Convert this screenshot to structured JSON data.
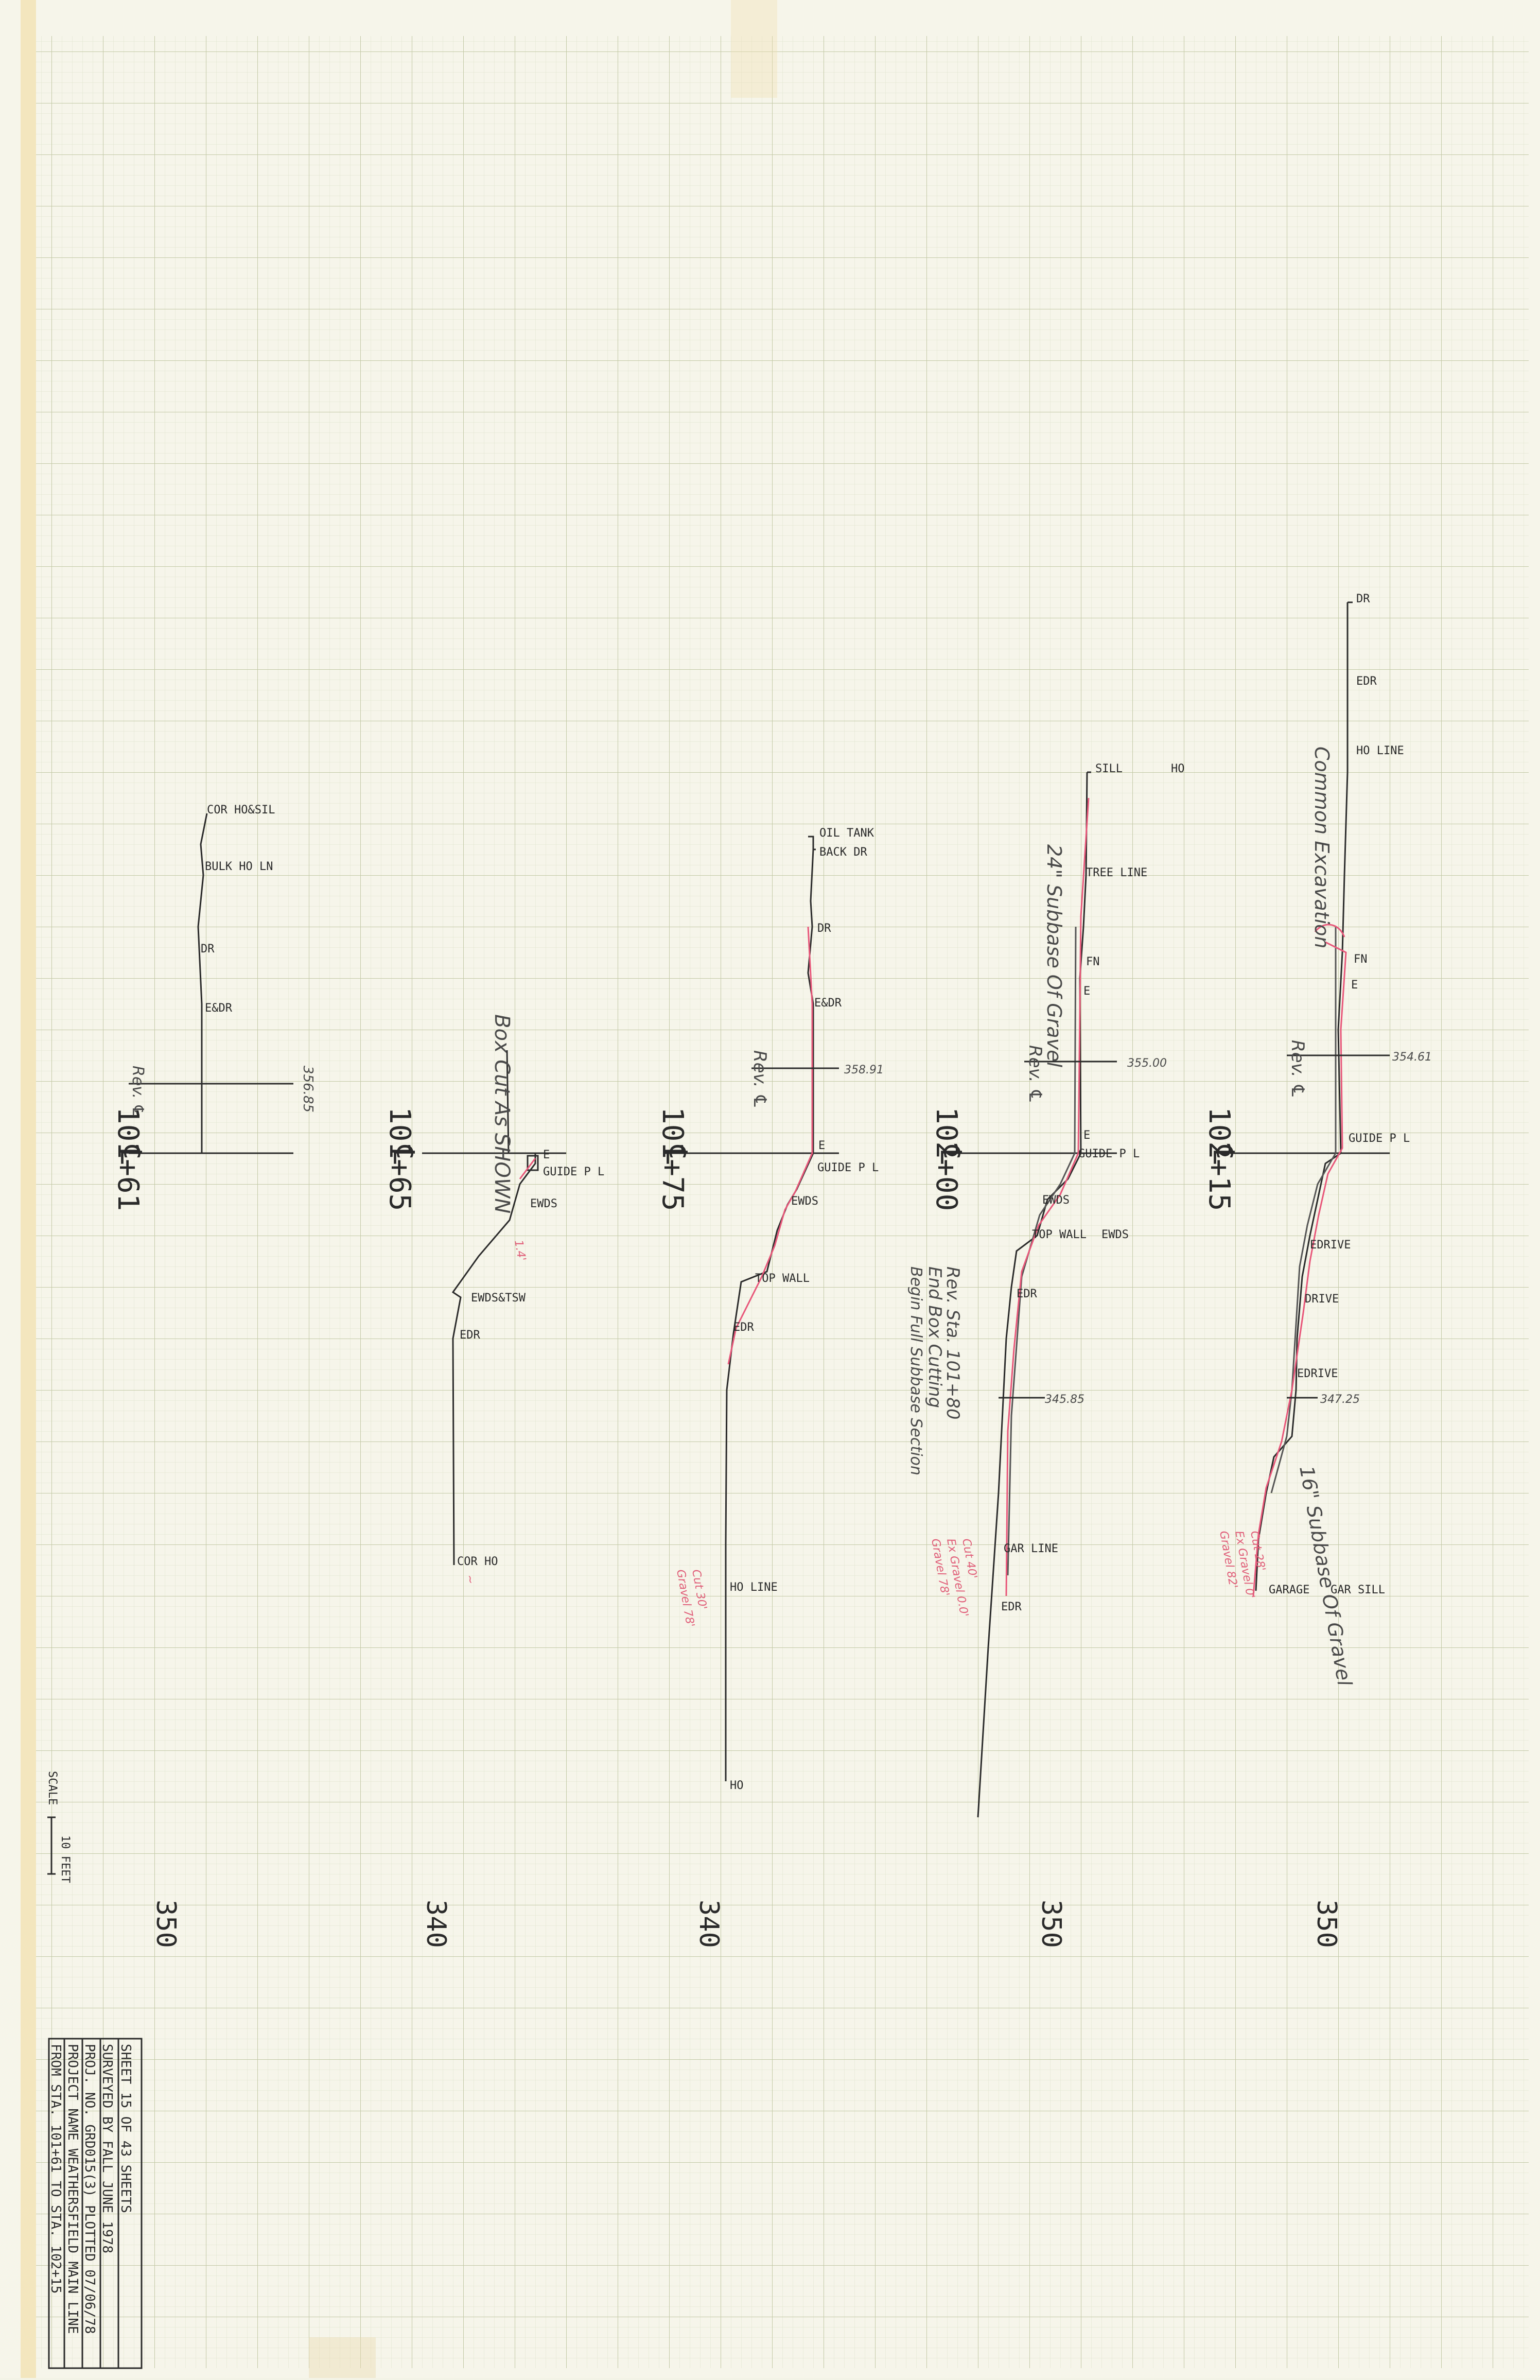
{
  "sections": [
    {
      "station": "101+61",
      "elev_ref": "350",
      "rev_label": "Rev. ℄",
      "elev_value": "356.85",
      "labels": [
        "COR HO&SIL",
        "BULK HO LN",
        "DR",
        "E&DR"
      ]
    },
    {
      "station": "101+65",
      "elev_ref": "340",
      "note": "Box Cut As SHOWN",
      "labels": [
        "E",
        "GUIDE P L",
        "EWDS",
        "EWDS&TSW",
        "EDR",
        "COR HO"
      ]
    },
    {
      "station": "101+75",
      "elev_ref": "340",
      "rev_label": "Rev. ℄",
      "elev_value": "358.91",
      "labels": [
        "OIL TANK",
        "BACK DR",
        "DR",
        "E&DR",
        "E",
        "GUIDE P L",
        "EWDS",
        "TOP WALL",
        "EDR",
        "HO LINE",
        "HO"
      ],
      "red_notes": [
        "Cut 30'",
        "Gravel 78'"
      ]
    },
    {
      "station": "102+00",
      "elev_ref": "350",
      "rev_label": "Rev. ℄",
      "elev_value": "355.00",
      "elev_value_2": "345.85",
      "labels": [
        "SILL",
        "HO",
        "TREE LINE",
        "FN",
        "E",
        "E",
        "GUIDE P L",
        "EWDS",
        "TOP WALL",
        "EWDS",
        "EDR",
        "GAR LINE",
        "EDR"
      ],
      "notes": [
        "24\" Subbase Of Gravel",
        "Rev. Sta. 101+80",
        "End Box Cutting",
        "Begin Full Subbase Section"
      ],
      "red_notes": [
        "Cut 40'",
        "Ex Gravel 0.0'",
        "Gravel 78'"
      ]
    },
    {
      "station": "102+15",
      "elev_ref": "350",
      "rev_label": "Rev. ℄",
      "elev_value": "354.61",
      "elev_value_2": "347.25",
      "labels": [
        "DR",
        "EDR",
        "HO LINE",
        "FN",
        "E",
        "GUIDE P L",
        "EDRIVE",
        "DRIVE",
        "EDRIVE",
        "GARAGE",
        "GAR SILL"
      ],
      "notes": [
        "Common Excavation",
        "16\" Subbase Of Gravel"
      ],
      "red_notes": [
        "Cut 28'",
        "Ex Gravel 0'",
        "Gravel 82'"
      ]
    }
  ],
  "centerline_symbol": "℄",
  "scale": {
    "label": "SCALE",
    "unit": "10 FEET"
  },
  "title_block": {
    "line1": "FROM STA. 101+61        TO STA. 102+15",
    "line2": "PROJECT NAME  WEATHERSFIELD    MAIN LINE",
    "line3": "PROJ. NO.  GRD015(3)         PLOTTED 07/06/78",
    "line4": "SURVEYED BY    FALL              JUNE 1978",
    "line5": "SHEET 15 OF 43 SHEETS"
  },
  "colors": {
    "paper": "#f3f3e6",
    "grid_minor": "#d9dcc4",
    "grid_major": "#b8bf9c",
    "ink": "#2b2b2b",
    "red_pencil": "#e8577a"
  }
}
